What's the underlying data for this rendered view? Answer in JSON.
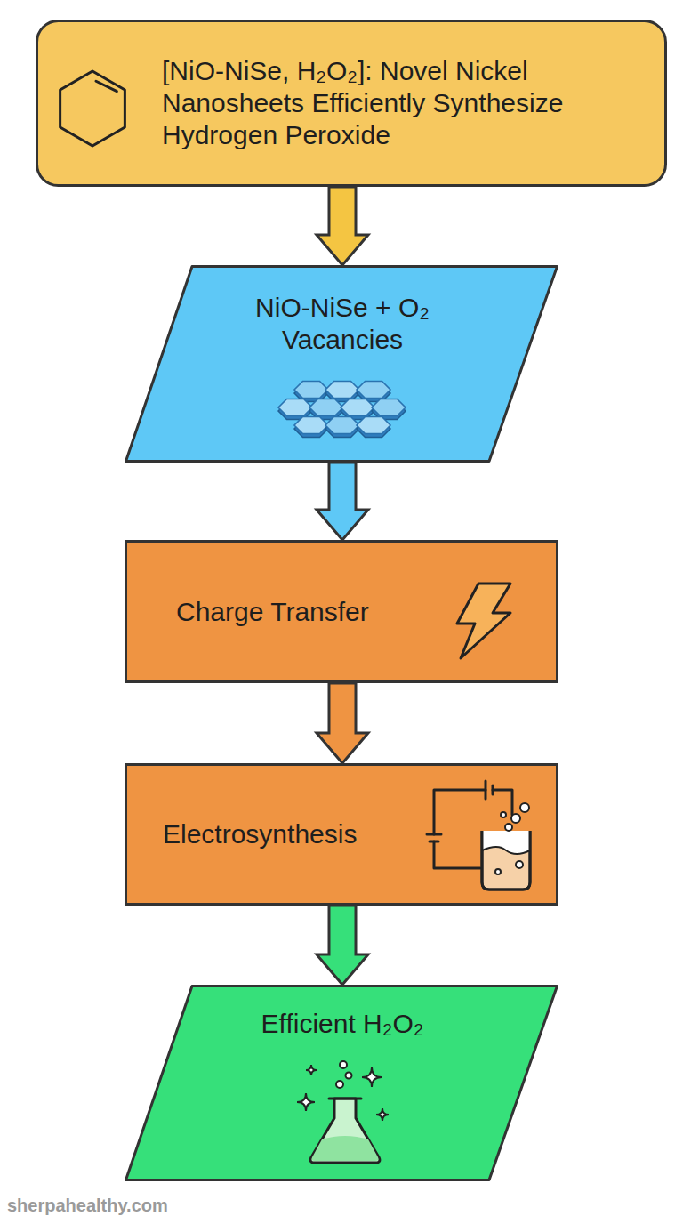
{
  "diagram": {
    "nodes": [
      {
        "text": [
          "[NiO-NiSe, H₂O₂]: Novel Nickel Nanosheets Efficiently Synthesize Hydrogen Peroxide"
        ]
      },
      {
        "text": [
          "NiO-NiSe + O₂ Vacancies"
        ]
      },
      {
        "text": [
          "Charge Transfer"
        ]
      },
      {
        "text": [
          "Electrosynthesis"
        ]
      },
      {
        "text": [
          "Efficient H₂O₂"
        ]
      }
    ],
    "edges": [
      {
        "from": 0,
        "to": 1,
        "arrow": "to"
      },
      {
        "from": 1,
        "to": 2,
        "arrow": "to"
      },
      {
        "from": 2,
        "to": 3,
        "arrow": "to"
      },
      {
        "from": 3,
        "to": 4,
        "arrow": "to"
      }
    ],
    "labels": [
      "sherpahealthy.com"
    ]
  }
}
